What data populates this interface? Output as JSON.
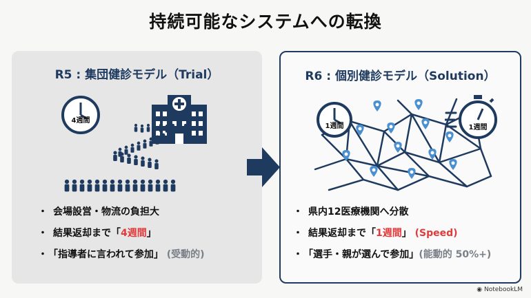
{
  "slide": {
    "title": "持続可能なシステムへの転換"
  },
  "left_panel": {
    "heading": "R5 : 集団健診モデル（Trial）",
    "clock_label": "4週間",
    "bullets": [
      {
        "bullet": "・",
        "text": "会場設営・物流の負担大",
        "highlight": "",
        "suffix": ""
      },
      {
        "bullet": "・",
        "text": "結果返却まで「",
        "highlight": "4週間",
        "suffix": "」"
      },
      {
        "bullet": "・",
        "text": "「指導者に言われて参加」",
        "highlight": "",
        "suffix": "(受動的)"
      }
    ]
  },
  "right_panel": {
    "heading": "R6 : 個別健診モデル（Solution）",
    "clock_label": "1週間",
    "stopwatch_label": "1週間",
    "bullets": [
      {
        "bullet": "・",
        "text": "県内12医療機関へ分散",
        "highlight": "",
        "suffix": ""
      },
      {
        "bullet": "・",
        "text": "結果返却まで「",
        "highlight": "1週間",
        "close": "」",
        "suffix": "(Speed)"
      },
      {
        "bullet": "・",
        "text": "「選手・親が選んで参加」",
        "highlight": "",
        "suffix": "(能動的 50%+)"
      }
    ]
  },
  "footer": {
    "brand": "NotebookLM"
  },
  "colors": {
    "navy": "#1e3a5f",
    "accent_red": "#e23a3a",
    "muted_grey": "#7a8088",
    "pin_blue": "#4a8fd0"
  }
}
